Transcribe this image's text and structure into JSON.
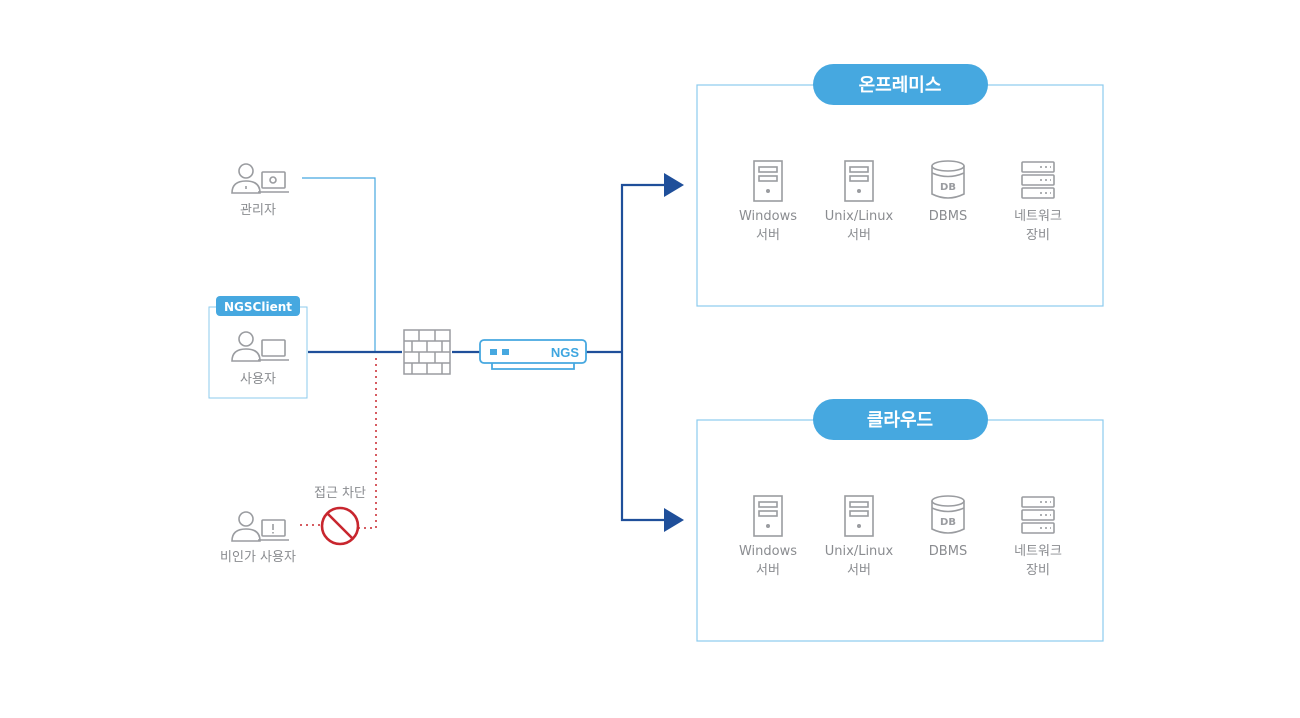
{
  "users": {
    "admin_label": "관리자",
    "user_label": "사용자",
    "unauthorized_label": "비인가 사용자",
    "client_badge": "NGSClient"
  },
  "blocked_label": "접근 차단",
  "gateway_label": "NGS",
  "zones": [
    {
      "title": "온프레미스",
      "items": [
        {
          "line1": "Windows",
          "line2": "서버",
          "icon": "server-icon"
        },
        {
          "line1": "Unix/Linux",
          "line2": "서버",
          "icon": "server-icon"
        },
        {
          "line1": "DBMS",
          "line2": "",
          "icon": "database-icon",
          "badge": "DB"
        },
        {
          "line1": "네트워크",
          "line2": "장비",
          "icon": "network-device-icon"
        }
      ]
    },
    {
      "title": "클라우드",
      "items": [
        {
          "line1": "Windows",
          "line2": "서버",
          "icon": "server-icon"
        },
        {
          "line1": "Unix/Linux",
          "line2": "서버",
          "icon": "server-icon"
        },
        {
          "line1": "DBMS",
          "line2": "",
          "icon": "database-icon",
          "badge": "DB"
        },
        {
          "line1": "네트워크",
          "line2": "장비",
          "icon": "network-device-icon"
        }
      ]
    }
  ],
  "colors": {
    "primary_line": "#1f4f9a",
    "accent": "#46a8e0",
    "box_border": "#8ccbee",
    "icon_gray": "#9a9ca0",
    "blocked_red": "#c8262e"
  }
}
